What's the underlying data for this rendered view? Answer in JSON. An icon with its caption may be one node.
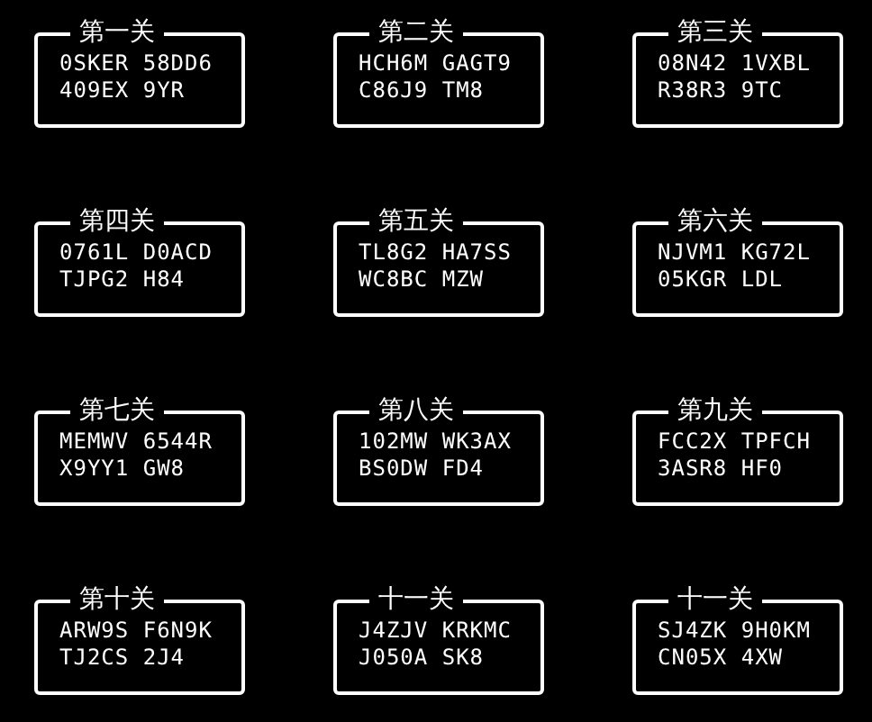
{
  "diagram": {
    "nodes": [
      {
        "text": [
          "第一关",
          "0SKER 58DD6",
          "409EX 9YR"
        ]
      },
      {
        "text": [
          "第二关",
          "HCH6M GAGT9",
          "C86J9 TM8"
        ]
      },
      {
        "text": [
          "第三关",
          "08N42 1VXBL",
          "R38R3 9TC"
        ]
      },
      {
        "text": [
          "第四关",
          "0761L D0ACD",
          "TJPG2 H84"
        ]
      },
      {
        "text": [
          "第五关",
          "TL8G2 HA7SS",
          "WC8BC MZW"
        ]
      },
      {
        "text": [
          "第六关",
          "NJVM1 KG72L",
          "05KGR LDL"
        ]
      },
      {
        "text": [
          "第七关",
          "MEMWV 6544R",
          "X9YY1 GW8"
        ]
      },
      {
        "text": [
          "第八关",
          "102MW WK3AX",
          "BS0DW FD4"
        ]
      },
      {
        "text": [
          "第九关",
          "FCC2X TPFCH",
          "3ASR8 HF0"
        ]
      },
      {
        "text": [
          "第十关",
          "ARW9S F6N9K",
          "TJ2CS 2J4"
        ]
      },
      {
        "text": [
          "十一关",
          "J4ZJV KRKMC",
          "J050A SK8"
        ]
      },
      {
        "text": [
          "十一关",
          "SJ4ZK 9H0KM",
          "CN05X 4XW"
        ]
      }
    ]
  }
}
